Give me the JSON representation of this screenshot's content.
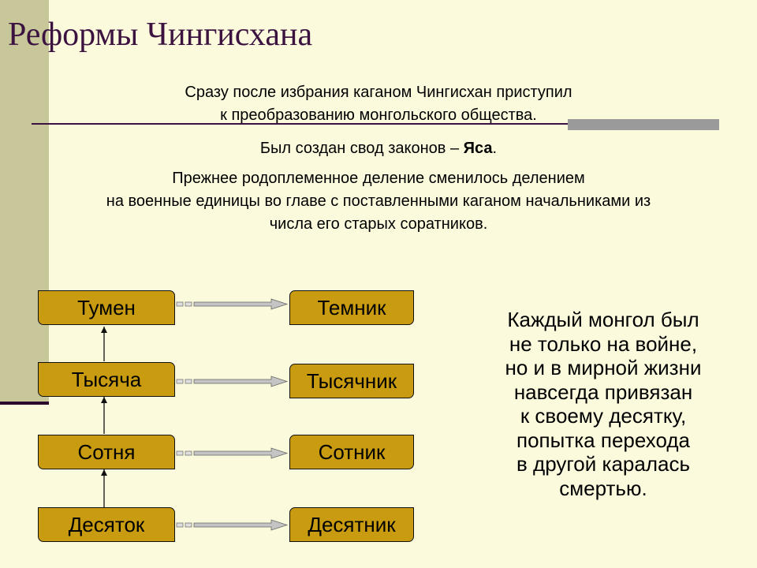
{
  "slide": {
    "title": "Реформы Чингисхана",
    "para1_line1": "Сразу после избрания каганом Чингисхан приступил",
    "para1_line2": "к преобразованию монгольского общества.",
    "para2_prefix": "Был создан свод законов – ",
    "para2_bold": "Яса",
    "para2_suffix": ".",
    "para3_line1": "Прежнее родоплеменное деление сменилось делением",
    "para3_line2": "на военные единицы во главе с поставленными каганом начальниками из",
    "para3_line3": "числа его старых соратников."
  },
  "units": [
    "Тумен",
    "Тысяча",
    "Сотня",
    "Десяток"
  ],
  "commanders": [
    "Темник",
    "Тысячник",
    "Сотник",
    "Десятник"
  ],
  "right_text": [
    "Каждый монгол был",
    "не только на войне,",
    "но и в мирной жизни",
    "навсегда привязан",
    "к своему десятку,",
    "попытка перехода",
    "в другой каралась",
    "смертью."
  ],
  "colors": {
    "background": "#fbfadc",
    "box_fill": "#c89b10",
    "title": "#3c1340",
    "arrow": "#c4c4c4"
  }
}
